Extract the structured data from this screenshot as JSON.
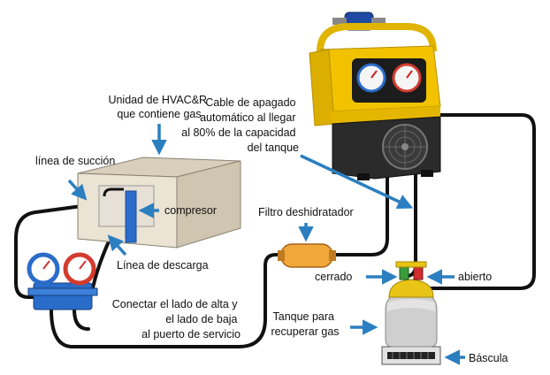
{
  "labels": {
    "hvac_unit": [
      "Unidad de HVAC&R",
      "que contiene gas"
    ],
    "suction_line": "línea de succión",
    "compressor": "compresor",
    "discharge_line": "Línea de descarga",
    "shutoff_cable": [
      "Cable de apagado",
      "automático al llegar",
      "al 80% de la capacidad",
      "del tanque"
    ],
    "filter_drier": "Filtro deshidratador",
    "closed": "cerrado",
    "open": "abierto",
    "connect_sides": [
      "Conectar el lado de alta y",
      "el lado de baja",
      "al puerto de servicio"
    ],
    "recovery_tank": [
      "Tanque para",
      "recuperar gas"
    ],
    "scale": "Báscula"
  },
  "colors": {
    "arrow": "#2b7fc0",
    "hose": "#111111",
    "machine_yellow": "#f2c200",
    "filter_orange": "#f0a83a",
    "tank_gray": "#cfcfcf",
    "unit_beige": "#ebe3d3",
    "gauge_blue": "#2a6cc9",
    "gauge_red": "#d33b2f",
    "valve_green": "#3a9d3a",
    "valve_red": "#d22e2e"
  }
}
